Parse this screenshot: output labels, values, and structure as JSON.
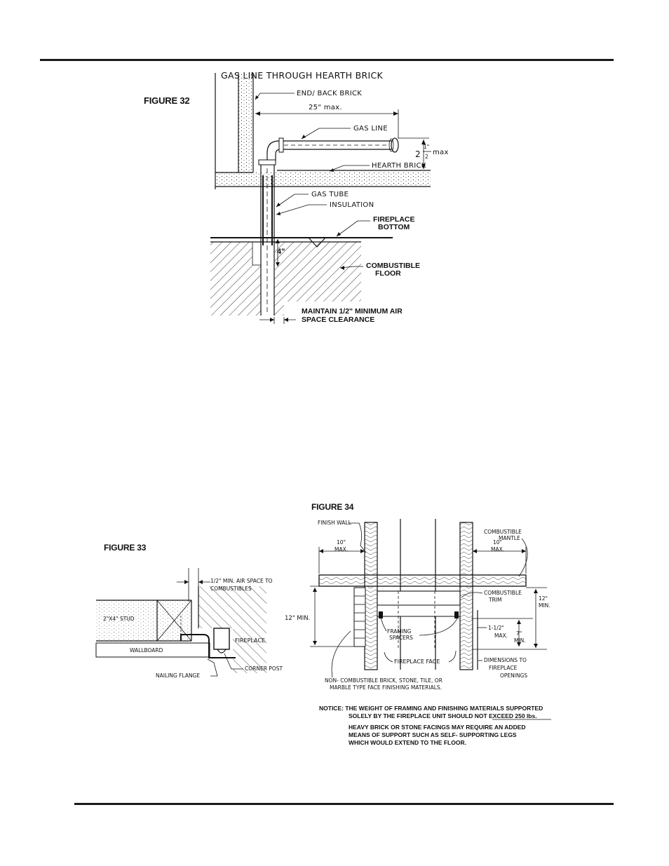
{
  "figure32": {
    "title": "FIGURE 32",
    "heading": "GAS LINE THROUGH HEARTH BRICK",
    "labels": {
      "end_back_brick": "END/ BACK BRICK",
      "dim_25": "25\" max.",
      "gas_line": "GAS LINE",
      "dim_212_whole": "2",
      "dim_212_num": "1\"",
      "dim_212_den": "2",
      "dim_212_max": "max",
      "hearth_brick": "HEARTH BRICK",
      "gas_tube": "GAS TUBE",
      "insulation": "INSULATION",
      "fireplace_bottom_1": "FIREPLACE",
      "fireplace_bottom_2": "BOTTOM",
      "dim_4": "4\"",
      "combustible_floor_1": "COMBUSTIBLE",
      "combustible_floor_2": "FLOOR",
      "maintain_1": "MAINTAIN 1/2\" MINIMUM AIR",
      "maintain_2": "SPACE CLEARANCE"
    }
  },
  "figure33": {
    "title": "FIGURE 33",
    "labels": {
      "air_space_1": "1/2\" MIN. AIR SPACE TO",
      "air_space_2": "COMBUSTIBLES",
      "stud": "2\"X4\" STUD",
      "fireplace": "FIREPLACE",
      "wallboard": "WALLBOARD",
      "corner_post": "CORNER POST",
      "nailing_flange": "NAILING FLANGE"
    }
  },
  "figure34": {
    "title": "FIGURE 34",
    "labels": {
      "finish_wall": "FINISH WALL",
      "combustible_mantle_1": "COMBUSTIBLE",
      "combustible_mantle_2": "MANTLE",
      "dim_10_left": "10\"",
      "max_left": "MAX.",
      "dim_10_right": "10\"",
      "max_right": "MAX.",
      "combustible_trim_1": "COMBUSTIBLE",
      "combustible_trim_2": "TRIM",
      "dim_12_right": "12\"",
      "min_right": "MIN.",
      "dim_12_left": "12\" MIN.",
      "framing_spacers_1": "FRAMING",
      "framing_spacers_2": "SPACERS",
      "dim_112": "1-1/2\"",
      "max_112": "MAX.",
      "dim_7": "7\"",
      "min_7": "MIN.",
      "fireplace_face": "FIREPLACE FACE",
      "dimensions_1": "DIMENSIONS TO",
      "dimensions_2": "FIREPLACE",
      "dimensions_3": "OPENINGS",
      "noncomb_1": "NON- COMBUSTIBLE  BRICK, STONE, TILE, OR",
      "noncomb_2": "MARBLE TYPE FACE FINISHING MATERIALS."
    },
    "notice": {
      "line1": "NOTICE:  THE WEIGHT OF FRAMING AND FINISHING MATERIALS SUPPORTED",
      "line2": "SOLELY BY THE FIREPLACE UNIT SHOULD NOT EXCEED 250 lbs.",
      "line3": "HEAVY BRICK OR STONE FACINGS MAY REQUIRE AN ADDED",
      "line4": "MEANS OF SUPPORT SUCH AS SELF- SUPPORTING LEGS",
      "line5": "WHICH WOULD EXTEND TO THE FLOOR."
    }
  }
}
